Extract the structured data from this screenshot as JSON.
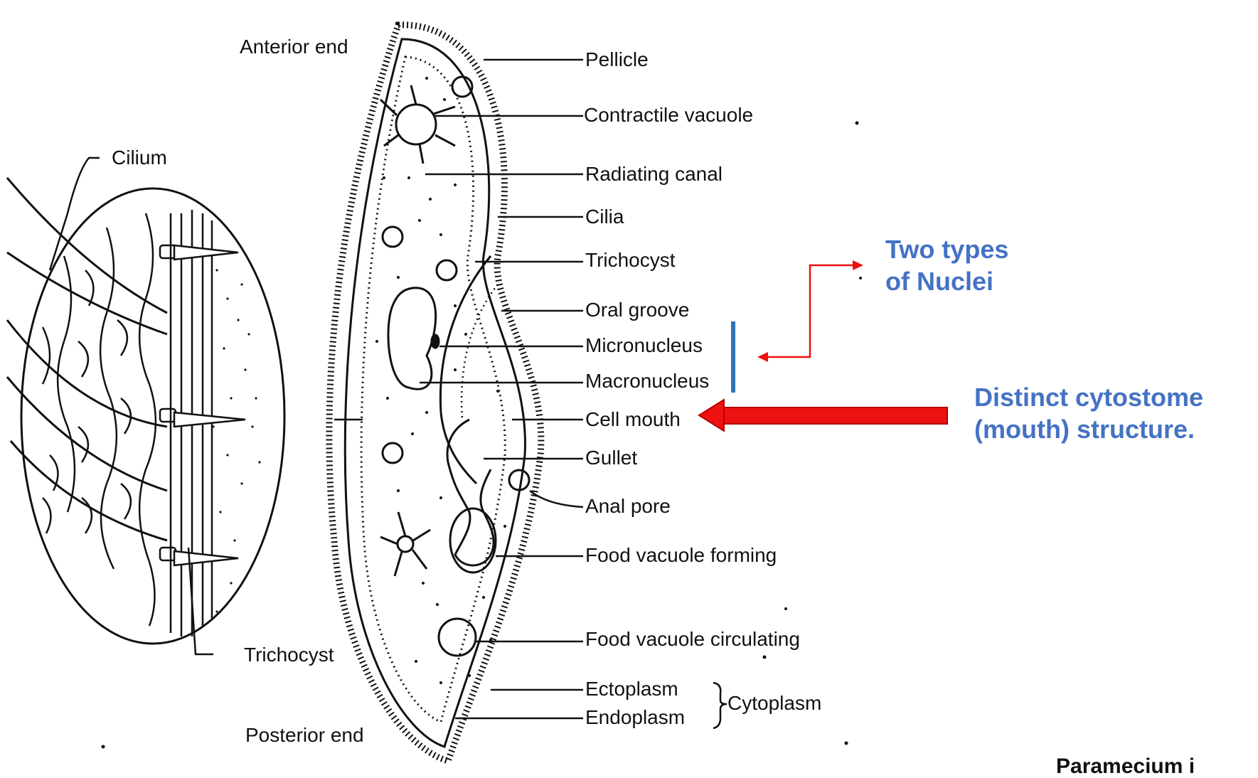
{
  "diagram": {
    "enlarged_labels": {
      "cilium": "Cilium",
      "trichocyst": "Trichocyst"
    },
    "orientation": {
      "anterior": "Anterior end",
      "posterior": "Posterior end"
    },
    "structures": [
      "Pellicle",
      "Contractile vacuole",
      "Radiating canal",
      "Cilia",
      "Trichocyst",
      "Oral groove",
      "Micronucleus",
      "Macronucleus",
      "Cell mouth",
      "Gullet",
      "Anal pore",
      "Food vacuole forming",
      "Food vacuole circulating",
      "Ectoplasm",
      "Endoplasm"
    ],
    "cytoplasm_label": "Cytoplasm"
  },
  "annotations": {
    "nuclei_note": [
      "Two types",
      "of Nuclei"
    ],
    "cytostome_note": [
      "Distinct cytostome",
      "(mouth) structure."
    ],
    "caption": "Paramecium i"
  },
  "colors": {
    "annotation_text": "#4472c4",
    "bracket": "#2e75b6",
    "arrow": "#ee1111",
    "ink": "#111111"
  }
}
